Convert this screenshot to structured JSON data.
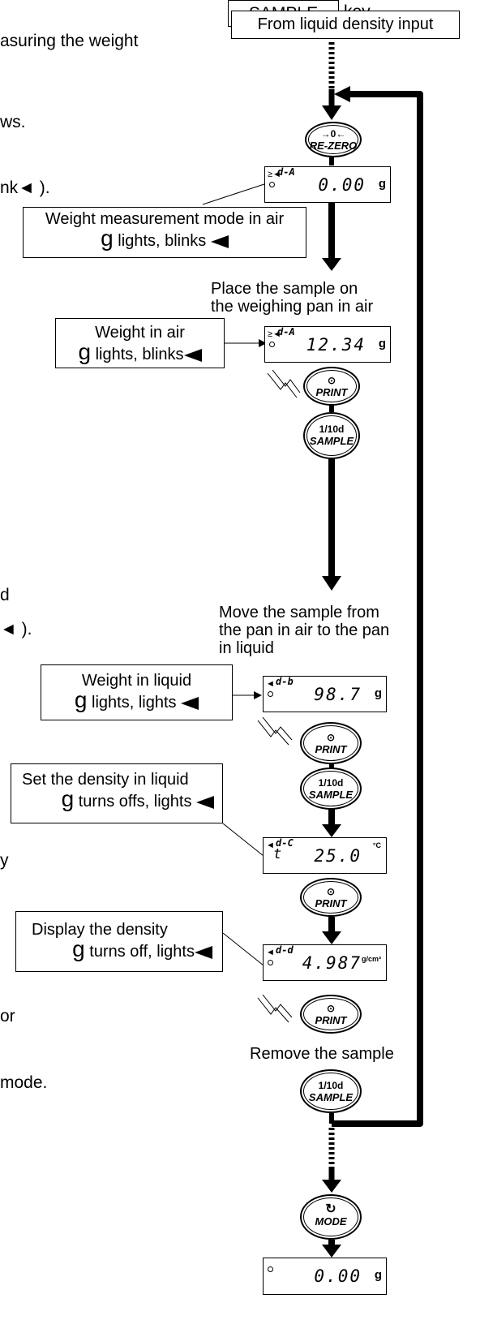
{
  "left_text": {
    "sample_key": "SAMPLE",
    "key_suffix": "key.",
    "line2": "asuring the weight",
    "line3": "ws.",
    "line4": "nk◄ ).",
    "line5": "d",
    "line6": "◄ ).",
    "line7": "y",
    "line8": "or",
    "line9": "mode."
  },
  "flow": {
    "start_box": "From liquid density input",
    "steps": [
      {
        "caption_1": "Place the sample on",
        "caption_2": "the weighing pan in air"
      },
      {
        "caption_1": "Move the sample from",
        "caption_2": "the pan in air to the pan",
        "caption_3": "in liquid"
      },
      {
        "caption_1": "Remove the sample"
      }
    ]
  },
  "callouts": {
    "air_mode": {
      "line1": "Weight measurement mode in air",
      "g": "g",
      "line2": " lights, blinks"
    },
    "weight_air": {
      "line1": "Weight in air",
      "g": "g",
      "line2": " lights, blinks"
    },
    "weight_liquid": {
      "line1": "Weight in liquid",
      "g": "g",
      "line2": " lights, lights "
    },
    "set_density": {
      "line1": "Set the density in liquid",
      "g": "g",
      "line2": " turns offs, lights "
    },
    "display_density": {
      "line1": "Display the density",
      "g": "g",
      "line2": " turns off, lights"
    }
  },
  "displays": {
    "d1": {
      "mode": "d-A",
      "value": "0.00",
      "unit": "g"
    },
    "d2": {
      "mode": "d-A",
      "value": "12.34",
      "unit": "g"
    },
    "d3": {
      "mode": "d-b",
      "value": "98.7",
      "unit": "g"
    },
    "d4": {
      "mode": "d-C",
      "prefix": "t",
      "value": "25.0",
      "unit": "°C"
    },
    "d5": {
      "mode": "d-d",
      "value": "4.987",
      "unit": "g/cm³"
    },
    "d6": {
      "value": "0.00",
      "unit": "g"
    }
  },
  "keys": {
    "rezero": {
      "top": "→0←",
      "label": "RE-ZERO"
    },
    "print": {
      "top": "⊙",
      "label": "PRINT"
    },
    "sample": {
      "top": "1/10d",
      "label": "SAMPLE"
    },
    "mode": {
      "top": "↻",
      "label": "MODE"
    }
  }
}
